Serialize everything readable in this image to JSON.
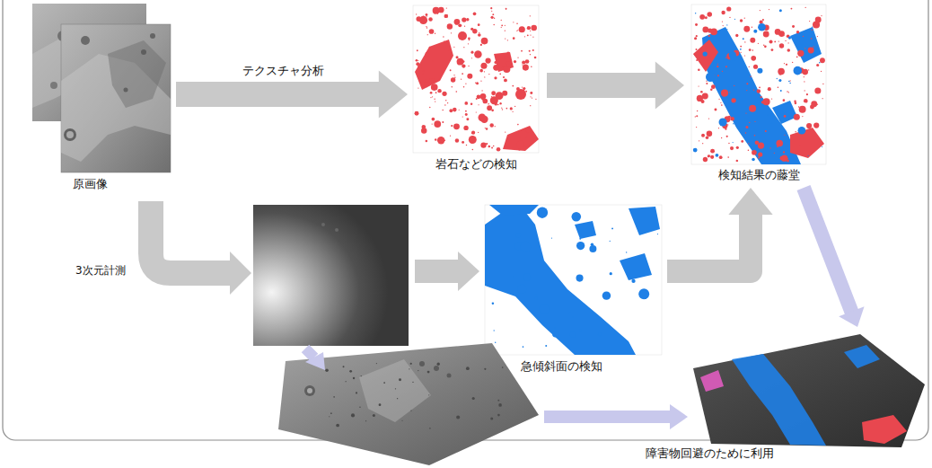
{
  "diagram": {
    "nodes": [
      {
        "text": [
          "原画像"
        ]
      },
      {
        "text": [
          "岩石などの検知"
        ]
      },
      {
        "text": [
          "検知結果の藤堂"
        ]
      },
      {
        "text": [
          "急傾斜面の検知"
        ]
      },
      {
        "text": [
          "障害物回避のために利用"
        ]
      }
    ],
    "edges": [
      {
        "from": 0,
        "to": 1,
        "arrow": "to",
        "label": "テクスチャ分析"
      },
      {
        "from": 1,
        "to": 2,
        "arrow": "to"
      },
      {
        "from": 3,
        "to": 2,
        "arrow": "to"
      },
      {
        "from": 2,
        "to": 4,
        "arrow": "to"
      }
    ],
    "labels": [
      "3次元計測"
    ]
  }
}
